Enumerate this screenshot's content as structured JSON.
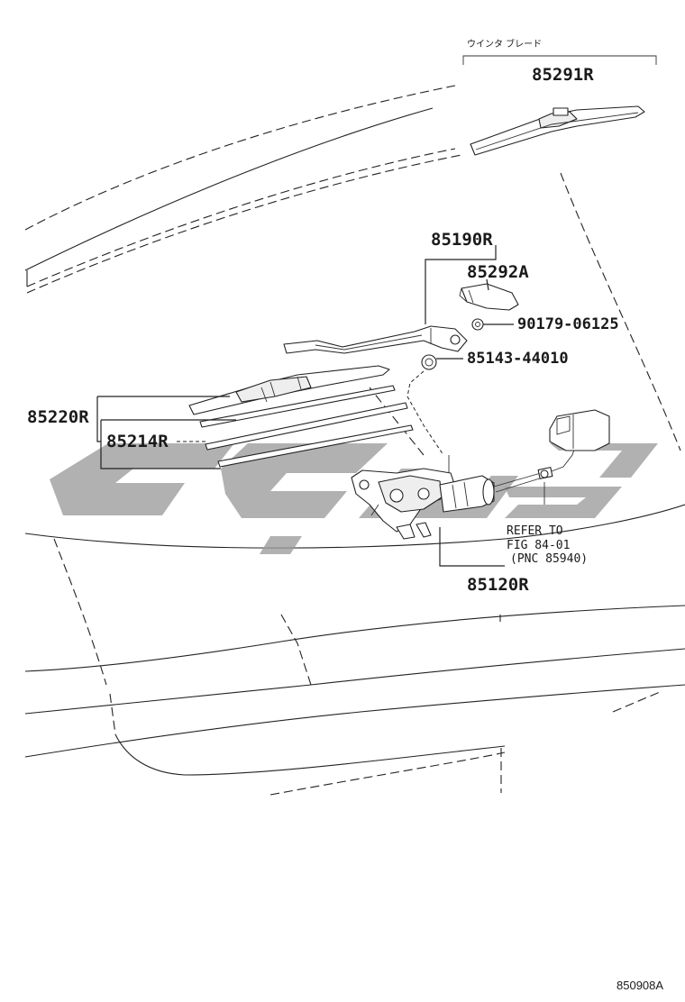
{
  "caption": {
    "kana": "ウインタ ブレード",
    "refer_line1": "REFER TO",
    "refer_line2": "FIG 84-01",
    "refer_line3": "(PNC 85940)"
  },
  "parts": {
    "winter_blade": "85291R",
    "arm_assy": "85190R",
    "arm_cap": "85292A",
    "arm_nut": "90179-06125",
    "cap_seal": "85143-44010",
    "blade_assy": "85220R",
    "blade_rubber": "85214R",
    "motor_assy": "85120R"
  },
  "figure_code": "850908A",
  "colors": {
    "line": "#222222",
    "watermark": "#9b9b9b"
  }
}
